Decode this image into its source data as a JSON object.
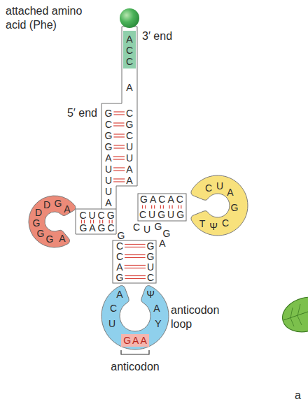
{
  "diagram": {
    "labels": [
      "attached amino acid (Phe)",
      "3′ end",
      "ACC",
      "A",
      "5′ end",
      "GCGGAUUUA",
      "CGCUUAA",
      "CUCG",
      "GAGC",
      "A",
      "G",
      "D",
      "D",
      "G",
      "G",
      "G",
      "A",
      "G",
      "CCAG",
      "GGUC",
      "A",
      "C",
      "U",
      "GAA",
      "Y",
      "A",
      "Ψ",
      "A",
      "G",
      "G",
      "U",
      "C",
      "GACAC",
      "CUGUG",
      "T",
      "Ψ",
      "C",
      "G",
      "A",
      "U",
      "C",
      "anticodon loop",
      "anticodon",
      "a"
    ]
  }
}
